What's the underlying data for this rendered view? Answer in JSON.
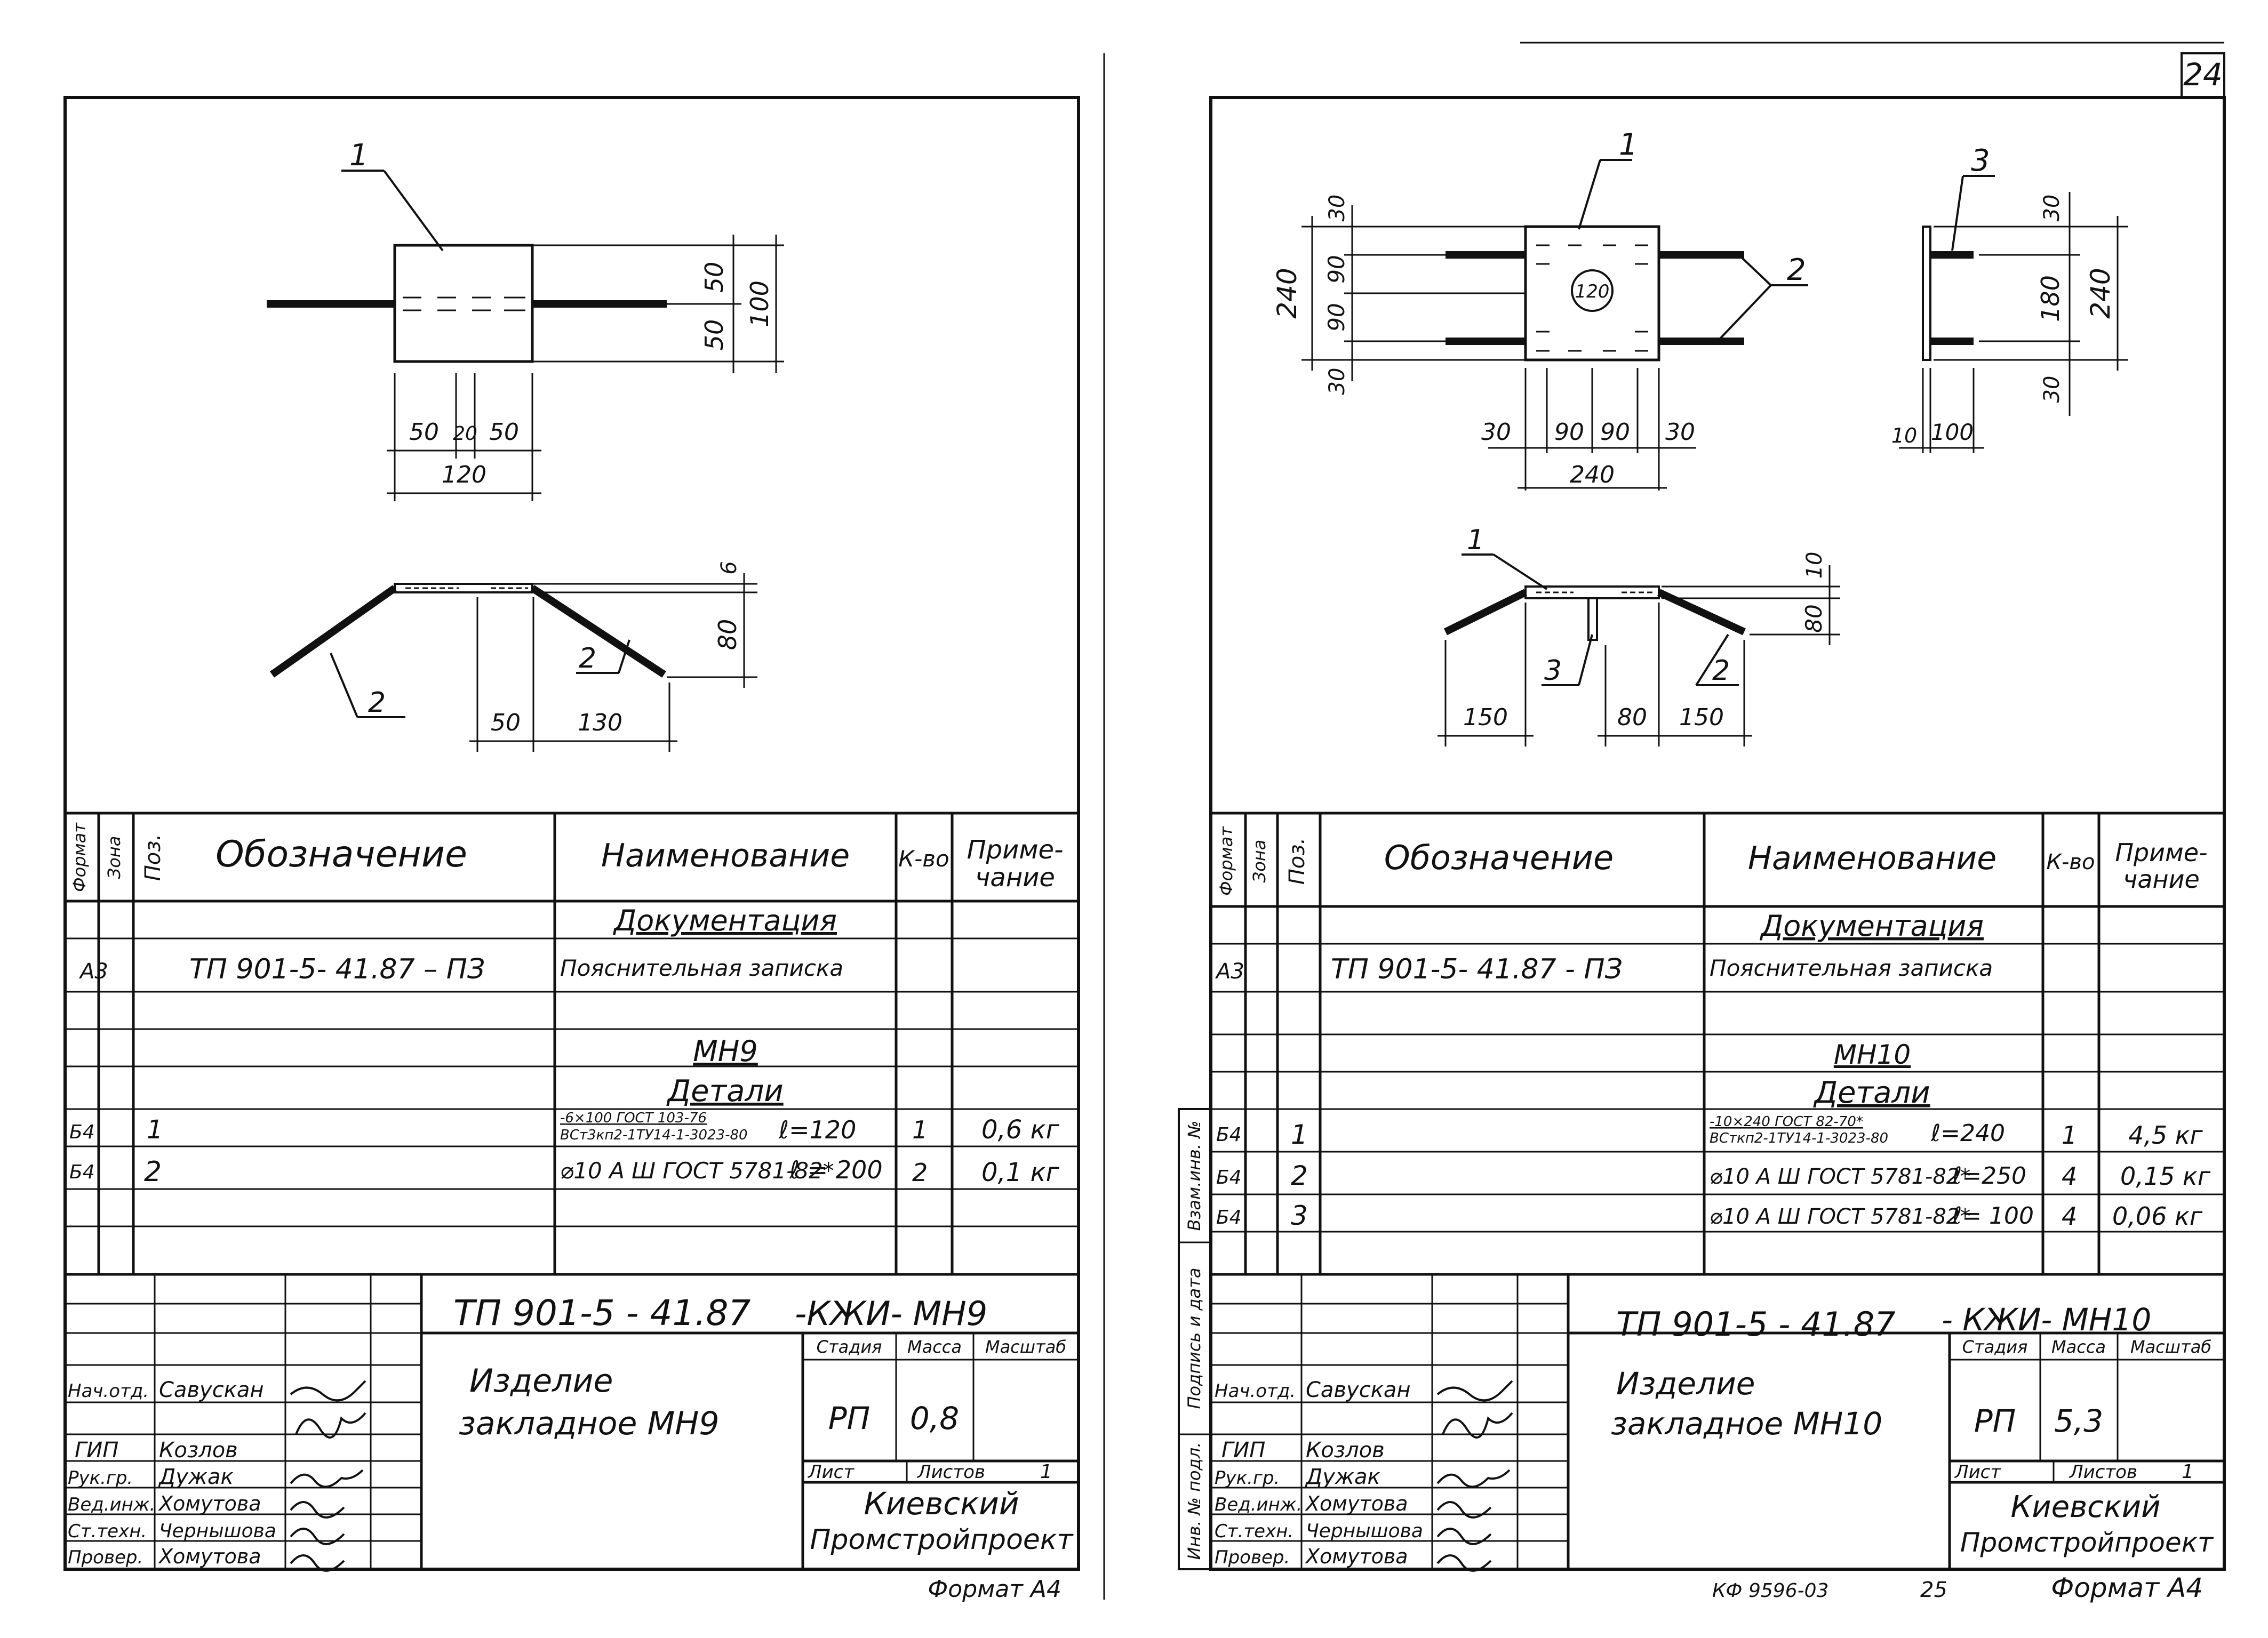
{
  "page_number": "24",
  "left": {
    "drawing": {
      "callout_1": "1",
      "callout_2a": "2",
      "callout_2b": "2",
      "dim_50_top": "50",
      "dim_50_bottom": "50",
      "dim_100": "100",
      "dim_50_left": "50",
      "dim_20": "20",
      "dim_50_right": "50",
      "dim_120": "120",
      "dim_6": "6",
      "dim_80": "80",
      "dim_50_side": "50",
      "dim_130": "130"
    },
    "spec": {
      "headers": {
        "format": "Формат",
        "zone": "Зона",
        "pos": "Поз.",
        "designation": "Обозначение",
        "name": "Наименование",
        "qty": "К-во",
        "note": "Приме-\nчание"
      },
      "section_docs": "Документация",
      "doc_format": "А3",
      "doc_designation": "ТП 901-5- 41.87 – ПЗ",
      "doc_name": "Пояснительная записка",
      "product": "МН9",
      "section_parts": "Детали",
      "rows": [
        {
          "format": "Б4",
          "pos": "1",
          "name_line1": "-6×100 ГОСТ 103-76",
          "name_line2": "ВСт3кп2-1ТУ14-1-3023-80",
          "length": "ℓ=120",
          "qty": "1",
          "note": "0,6 кг"
        },
        {
          "format": "Б4",
          "pos": "2",
          "name_line1": "⌀10 А Ш ГОСТ 5781-82*",
          "name_line2": "",
          "length": "ℓ = 200",
          "qty": "2",
          "note": "0,1 кг"
        }
      ]
    },
    "title_block": {
      "code": "ТП 901-5 - 41.87",
      "suffix": "-КЖИ- МН9",
      "item_line1": "Изделие",
      "item_line2": "закладное  МН9",
      "stage_label": "Стадия",
      "mass_label": "Масса",
      "scale_label": "Масштаб",
      "stage": "РП",
      "mass": "0,8",
      "sheet_label": "Лист",
      "sheets_label": "Листов",
      "sheets_value": "1",
      "org_line1": "Киевский",
      "org_line2": "Промстройпроект",
      "staff": [
        {
          "role": "Нач.отд.",
          "name": "Савускан"
        },
        {
          "role": "ГИП",
          "name": "Козлов"
        },
        {
          "role": "Рук.гр.",
          "name": "Дужак"
        },
        {
          "role": "Вед.инж.",
          "name": "Хомутова"
        },
        {
          "role": "Ст.техн.",
          "name": "Чернышова"
        },
        {
          "role": "Провер.",
          "name": "Хомутова"
        }
      ],
      "format_note": "Формат  А4"
    }
  },
  "right": {
    "drawing": {
      "callout_1a": "1",
      "callout_1b": "1",
      "callout_2a": "2",
      "callout_2b": "2",
      "callout_3a": "3",
      "callout_3b": "3",
      "dim_240_v": "240",
      "dim_30_top": "30",
      "dim_90_a": "90",
      "dim_90_b": "90",
      "dim_30_bottom": "30",
      "dim_30_h_l": "30",
      "dim_90_h_a": "90",
      "dim_90_h_b": "90",
      "dim_30_h_r": "30",
      "dim_240_h": "240",
      "circle_label": "120",
      "side_30_top": "30",
      "side_180": "180",
      "side_240": "240",
      "side_30_bottom": "30",
      "side_10": "10",
      "side_100": "100",
      "dim_10": "10",
      "dim_80_v": "80",
      "dim_150_l": "150",
      "dim_80_h": "80",
      "dim_150_r": "150"
    },
    "spec": {
      "headers": {
        "format": "Формат",
        "zone": "Зона",
        "pos": "Поз.",
        "designation": "Обозначение",
        "name": "Наименование",
        "qty": "К-во",
        "note": "Приме-\nчание"
      },
      "section_docs": "Документация",
      "doc_format": "А3",
      "doc_designation": "ТП 901-5- 41.87 - ПЗ",
      "doc_name": "Пояснительная записка",
      "product": "МН10",
      "section_parts": "Детали",
      "rows": [
        {
          "format": "Б4",
          "pos": "1",
          "name_line1": "-10×240 ГОСТ 82-70*",
          "name_line2": "ВСткп2-1ТУ14-1-3023-80",
          "length": "ℓ=240",
          "qty": "1",
          "note": "4,5 кг"
        },
        {
          "format": "Б4",
          "pos": "2",
          "name_line1": "⌀10 А Ш ГОСТ 5781-82*",
          "name_line2": "",
          "length": "ℓ=250",
          "qty": "4",
          "note": "0,15 кг"
        },
        {
          "format": "Б4",
          "pos": "3",
          "name_line1": "⌀10 А Ш ГОСТ 5781-82*",
          "name_line2": "",
          "length": "ℓ= 100",
          "qty": "4",
          "note": "0,06 кг"
        }
      ]
    },
    "side_stamp": {
      "inv": "Инв. № подл.",
      "sign": "Подпись и дата",
      "replace": "Взам.инв. №"
    },
    "title_block": {
      "code": "ТП 901-5 - 41.87",
      "suffix": "- КЖИ- МН10",
      "item_line1": "Изделие",
      "item_line2": "закладное  МН10",
      "stage_label": "Стадия",
      "mass_label": "Масса",
      "scale_label": "Масштаб",
      "stage": "РП",
      "mass": "5,3",
      "sheet_label": "Лист",
      "sheets_label": "Листов",
      "sheets_value": "1",
      "org_line1": "Киевский",
      "org_line2": "Промстройпроект",
      "staff": [
        {
          "role": "Нач.отд.",
          "name": "Савускан"
        },
        {
          "role": "ГИП",
          "name": "Козлов"
        },
        {
          "role": "Рук.гр.",
          "name": "Дужак"
        },
        {
          "role": "Вед.инж.",
          "name": "Хомутова"
        },
        {
          "role": "Ст.техн.",
          "name": "Чернышова"
        },
        {
          "role": "Провер.",
          "name": "Хомутова"
        }
      ],
      "archive": "КФ 9596-03",
      "archive_page": "25",
      "format_note": "Формат  А4"
    }
  }
}
